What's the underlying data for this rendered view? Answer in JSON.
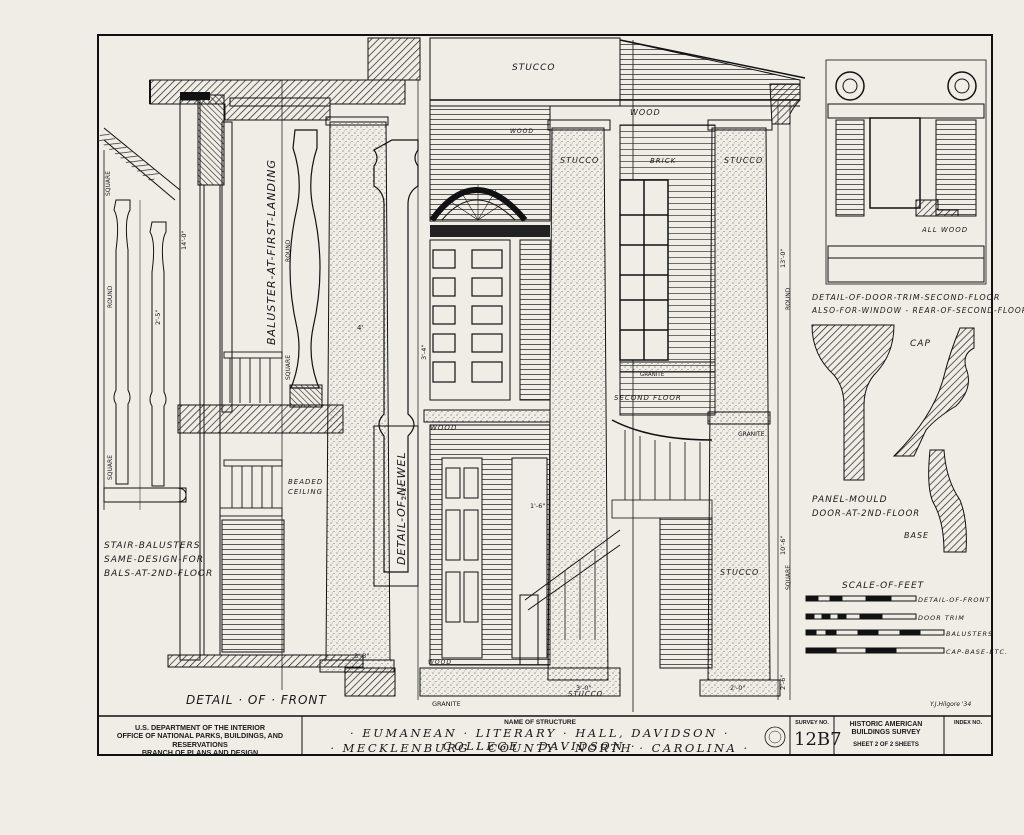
{
  "labels": {
    "stucco_top": "STUCCO",
    "wood_top": "WOOD",
    "wood_small": "WOOD",
    "stucco_col1": "STUCCO",
    "brick": "BRICK",
    "stucco_col2": "STUCCO",
    "baluster_first_landing": "BALUSTER-AT-FIRST-LANDING",
    "detail_of_newel": "DETAIL-OF-NEWEL",
    "round_1": "ROUND",
    "square_1": "SQUARE",
    "round_2": "ROUND",
    "square_2": "SQUARE",
    "square_3": "SQUARE",
    "round_col": "ROUND",
    "square_col": "SQUARE",
    "beaded_ceiling_1": "BEADED",
    "beaded_ceiling_2": "CEILING",
    "second_floor": "SECOND FLOOR",
    "granite_1": "GRANITE",
    "granite_2": "GRANITE",
    "granite_3": "GRANITE",
    "wood_mid": "WOOD",
    "wood_bottom": "WOOD",
    "stucco_mid": "STUCCO",
    "stucco_bottom": "STUCCO",
    "all_wood": "ALL WOOD",
    "stair_balusters_1": "STAIR-BALUSTERS",
    "stair_balusters_2": "SAME-DESIGN-FOR",
    "stair_balusters_3": "BALS-AT-2ND-FLOOR",
    "detail_of_front": "DETAIL · OF · FRONT",
    "door_trim_1": "DETAIL-OF-DOOR-TRIM-SECOND-FLOOR",
    "door_trim_2": "ALSO-FOR-WINDOW - REAR-OF-SECOND-FLOOR",
    "cap": "CAP",
    "panel_mould_1": "PANEL-MOULD",
    "panel_mould_2": "DOOR-AT-2ND-FLOOR",
    "base": "BASE",
    "scale_of_feet": "SCALE-OF-FEET",
    "scale_1": "DETAIL-OF-FRONT",
    "scale_2": "DOOR TRIM",
    "scale_3": "BALUSTERS",
    "scale_4": "CAP-BASE-ETC."
  },
  "dimensions": {
    "d_13_0": "13'-0\"",
    "d_10_6": "10'-6\"",
    "d_2_6": "2'-6\"",
    "d_3_0": "3'-0\"",
    "d_14_0": "14'-0\"",
    "d_4": "4'",
    "d_2_5": "2'-5\"",
    "d_3_4": "3'-4\"",
    "d_2_2": "2'-2\"",
    "d_3_3": "3'-3\"",
    "d_1_6": "1'-6\"",
    "d_2_0": "2'-0\""
  },
  "credit": "Y.J.Hilgore '34",
  "title_block": {
    "agency_1": "U.S. DEPARTMENT OF THE INTERIOR",
    "agency_2": "OFFICE OF NATIONAL PARKS, BUILDINGS, AND RESERVATIONS",
    "agency_3": "BRANCH OF PLANS AND DESIGN",
    "name_header": "NAME OF STRUCTURE",
    "title_line_1": "· EUMANEAN · LITERARY · HALL, DAVIDSON · COLLEGE · DAVIDSON ·",
    "title_line_2": "· MECKLENBURG · COUNTY · NORTH · CAROLINA ·",
    "survey_header": "SURVEY NO.",
    "survey_no": "12B7",
    "habs_1": "HISTORIC AMERICAN",
    "habs_2": "BUILDINGS SURVEY",
    "sheet_text": "SHEET 2 OF 2 SHEETS",
    "index_header": "INDEX NO."
  }
}
